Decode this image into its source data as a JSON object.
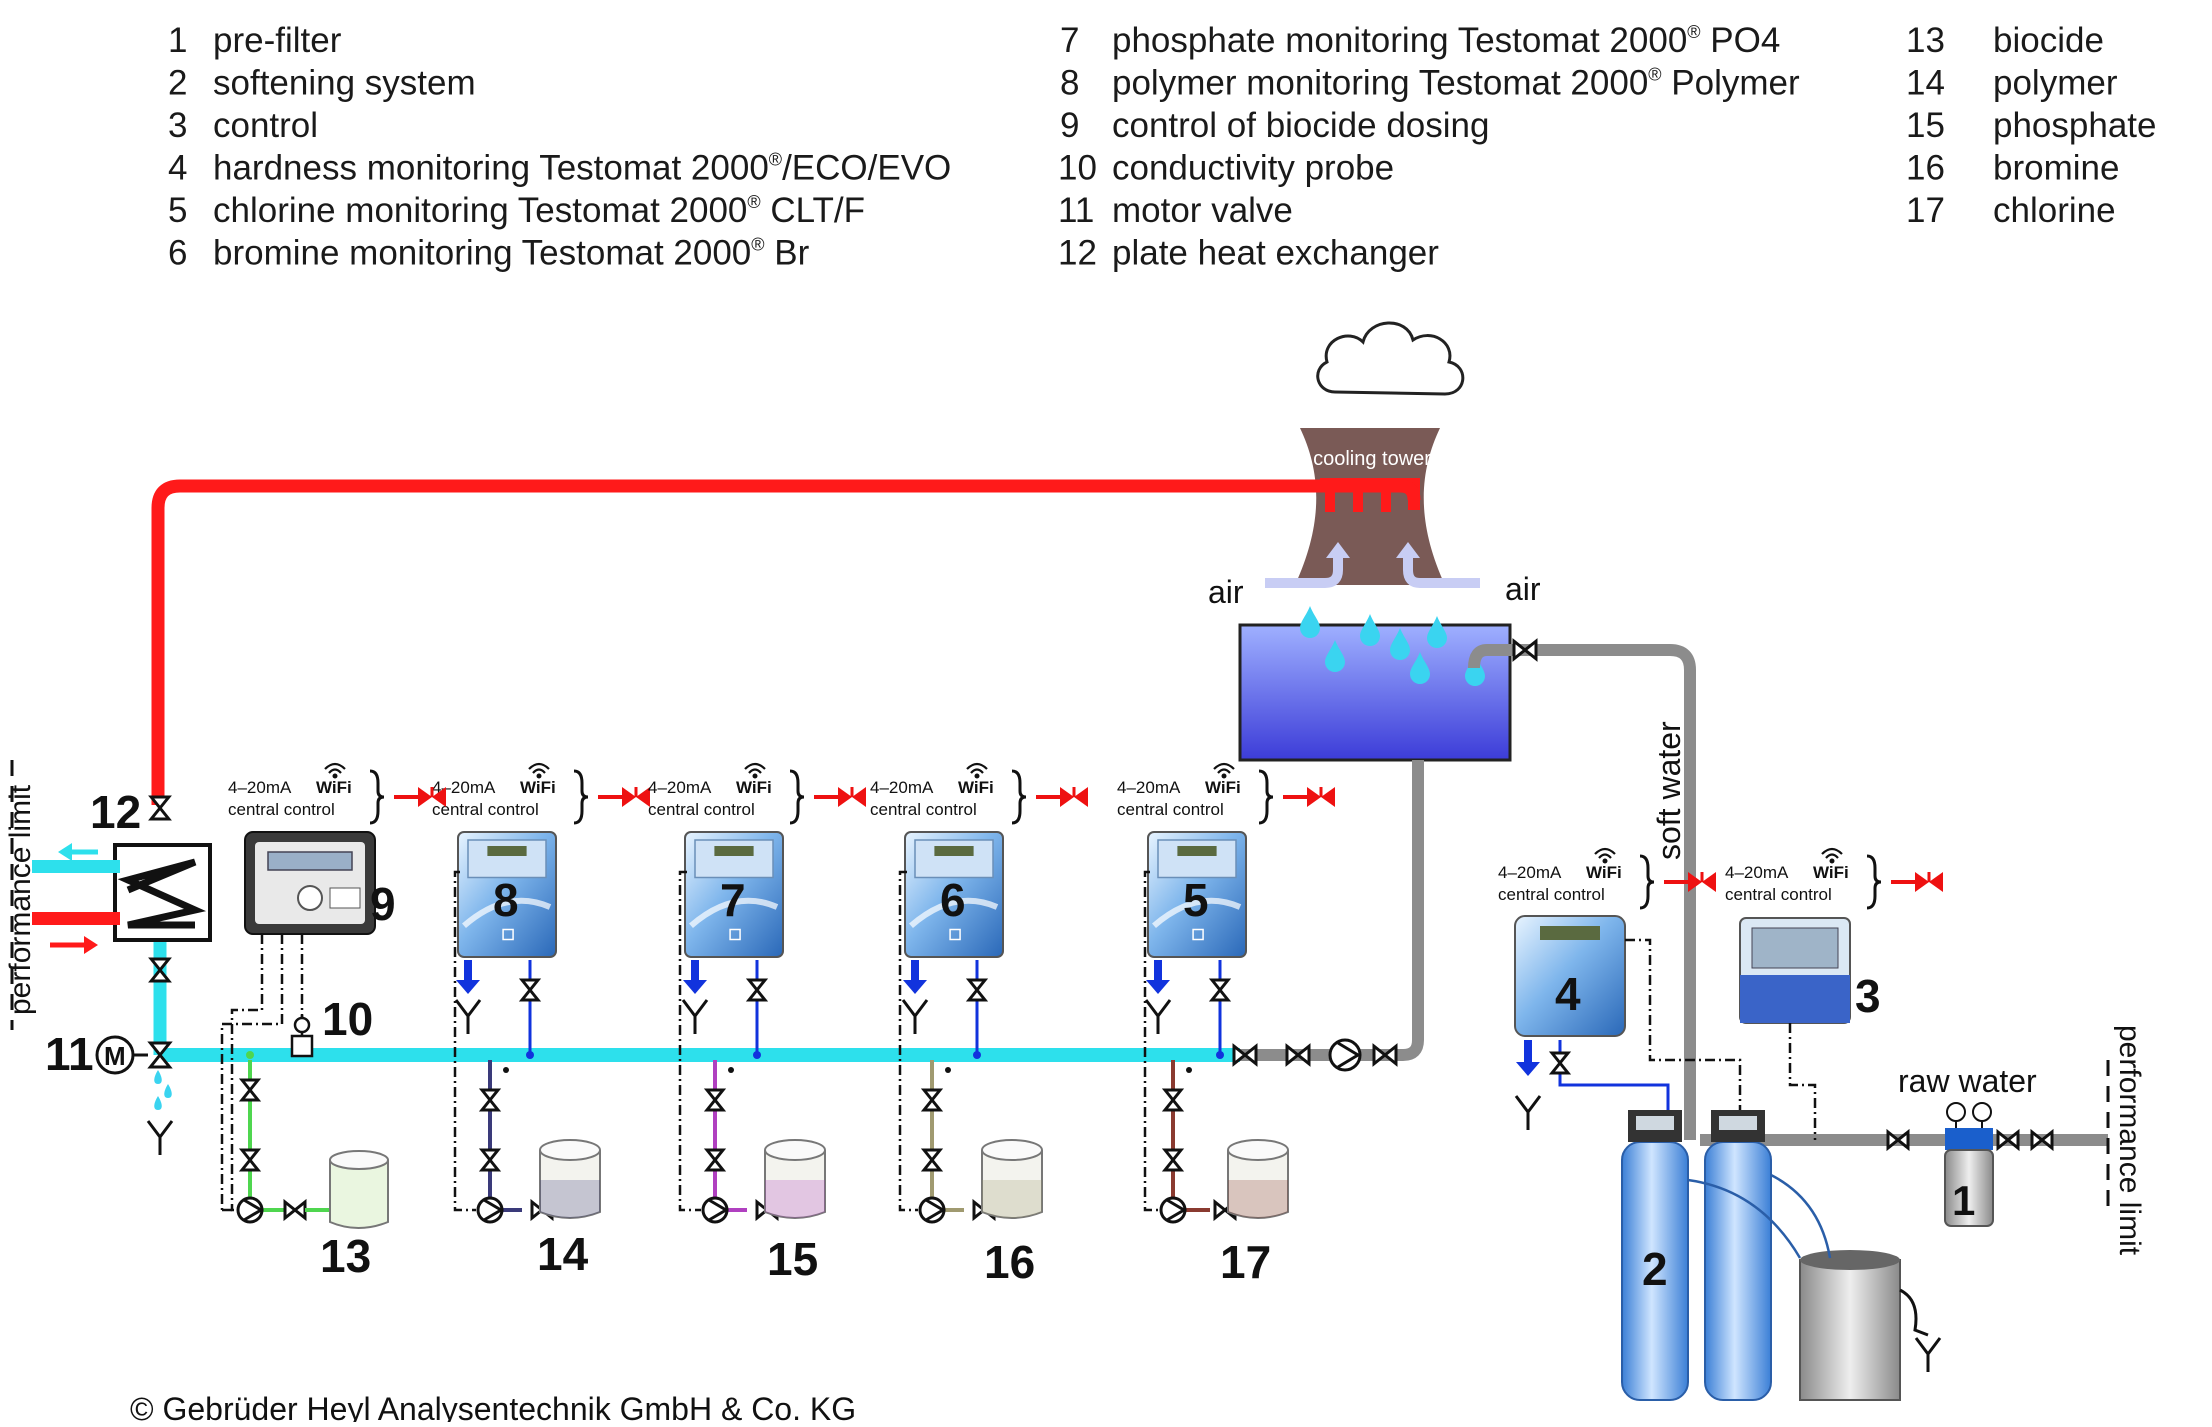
{
  "legend": [
    {
      "num": "1",
      "text": "pre-filter",
      "sup": "",
      "after": ""
    },
    {
      "num": "2",
      "text": "softening system",
      "sup": "",
      "after": ""
    },
    {
      "num": "3",
      "text": "control",
      "sup": "",
      "after": ""
    },
    {
      "num": "4",
      "text": "hardness monitoring Testomat 2000",
      "sup": "®",
      "after": "/ECO/EVO"
    },
    {
      "num": "5",
      "text": "chlorine monitoring Testomat 2000",
      "sup": "®",
      "after": " CLT/F"
    },
    {
      "num": "6",
      "text": "bromine monitoring Testomat 2000",
      "sup": "®",
      "after": " Br"
    },
    {
      "num": "7",
      "text": "phosphate monitoring Testomat 2000",
      "sup": "®",
      "after": " PO4"
    },
    {
      "num": "8",
      "text": "polymer monitoring Testomat 2000",
      "sup": "®",
      "after": " Polymer"
    },
    {
      "num": "9",
      "text": "control of biocide dosing",
      "sup": "",
      "after": ""
    },
    {
      "num": "10",
      "text": "conductivity probe",
      "sup": "",
      "after": ""
    },
    {
      "num": "11",
      "text": "motor valve",
      "sup": "",
      "after": ""
    },
    {
      "num": "12",
      "text": "plate heat exchanger",
      "sup": "",
      "after": ""
    },
    {
      "num": "13",
      "text": "biocide",
      "sup": "",
      "after": ""
    },
    {
      "num": "14",
      "text": "polymer",
      "sup": "",
      "after": ""
    },
    {
      "num": "15",
      "text": "phosphate",
      "sup": "",
      "after": ""
    },
    {
      "num": "16",
      "text": "bromine",
      "sup": "",
      "after": ""
    },
    {
      "num": "17",
      "text": "chlorine",
      "sup": "",
      "after": ""
    }
  ],
  "labels": {
    "cooling_tower": "cooling tower",
    "air_left": "air",
    "air_right": "air",
    "soft_water": "soft water",
    "raw_water": "raw water",
    "performance_limit_left": "performance limit",
    "performance_limit_right": "performance limit",
    "copyright": "© Gebrüder Heyl Analysentechnik GmbH & Co. KG"
  },
  "control": {
    "signal": "4–20mA",
    "wifi": "WiFi",
    "central": "central control"
  },
  "device_numbers": {
    "n1": "1",
    "n2": "2",
    "n3": "3",
    "n4": "4",
    "n5": "5",
    "n6": "6",
    "n7": "7",
    "n8": "8",
    "n9": "9",
    "n10": "10",
    "n11": "11",
    "n12": "12",
    "n13": "13",
    "n14": "14",
    "n15": "15",
    "n16": "16",
    "n17": "17"
  },
  "dosing_line_colors": {
    "biocide": "#4fd64f",
    "polymer": "#3a3a7a",
    "phosphate": "#b040c0",
    "bromine": "#a09a70",
    "chlorine": "#8a3a30"
  },
  "colors": {
    "hot_water": "#ff1a1a",
    "cold_water": "#2de0ec",
    "soft_water_pipe": "#8c8c8c",
    "basin": "#5c5cf0",
    "tower": "#7a5a56",
    "dosing_valve_line": "#1133dd"
  }
}
